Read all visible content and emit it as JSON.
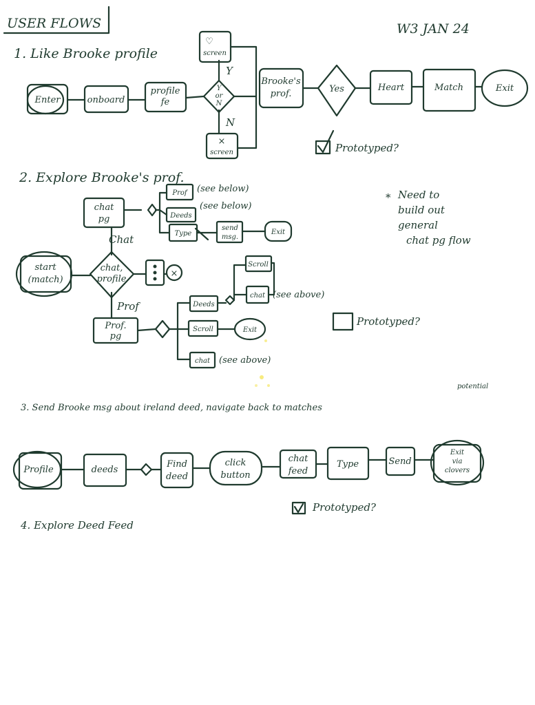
{
  "title": "USER FLOWS",
  "date": "W3 JAN 24",
  "flow1": {
    "heading": "1. Like Brooke profile",
    "nodes": {
      "enter": "Enter",
      "onboard": "onboard",
      "profile_feed": [
        "profile",
        "fe"
      ],
      "decision": [
        "Y",
        "or",
        "N"
      ],
      "heart_screen": [
        "♡",
        "screen"
      ],
      "x_screen": [
        "×",
        "screen"
      ],
      "brookes_prof": [
        "Brooke's",
        "prof."
      ],
      "yes": "Yes",
      "heart": "Heart",
      "match": "Match",
      "exit": "Exit"
    },
    "labels": {
      "yes_branch": "Y",
      "no_branch": "N"
    },
    "prototyped": "Prototyped?"
  },
  "flow2": {
    "heading": "2. Explore Brooke's prof.",
    "nodes": {
      "start": [
        "start",
        "(match)"
      ],
      "chat_profile": [
        "chat,",
        "profile"
      ],
      "chat_pg": [
        "chat",
        "pg"
      ],
      "prof_top": "Prof",
      "deeds_top": "Deeds",
      "type": "Type",
      "send_msg": [
        "send",
        "msg."
      ],
      "exit_top": "Exit",
      "see_below_1": "(see below)",
      "see_below_2": "(see below)",
      "prof_pg": [
        "Prof.",
        "pg"
      ],
      "deeds_bottom": "Deeds",
      "scroll_top": "Scroll",
      "chat_mid": "chat",
      "see_above_1": "(see above)",
      "scroll_mid": "Scroll",
      "exit_mid": "Exit",
      "chat_bottom": "chat",
      "see_above_2": "(see above)",
      "x_mark": "×"
    },
    "labels": {
      "chat": "Chat",
      "prof": "Prof"
    },
    "prototyped": "Prototyped?",
    "note": [
      "Need to",
      "build out",
      "general",
      "chat pg flow"
    ],
    "note_marker": "*"
  },
  "flow3": {
    "heading": "3. Send Brooke msg about ireland deed, navigate back to matches",
    "annotation": "potential",
    "nodes": {
      "profile": "Profile",
      "deeds": "deeds",
      "find_deed": [
        "Find",
        "deed"
      ],
      "click_button": [
        "click",
        "button"
      ],
      "chat_feed": [
        "chat",
        "feed"
      ],
      "type": "Type",
      "send": "Send",
      "exit_via_clovers": [
        "Exit",
        "via",
        "clovers"
      ]
    },
    "prototyped": "Prototyped?"
  },
  "flow4": {
    "heading": "4. Explore Deed Feed"
  },
  "colors": {
    "ink": "#1f3a2e",
    "highlight": "#f3e24a",
    "paper": "#ffffff"
  }
}
